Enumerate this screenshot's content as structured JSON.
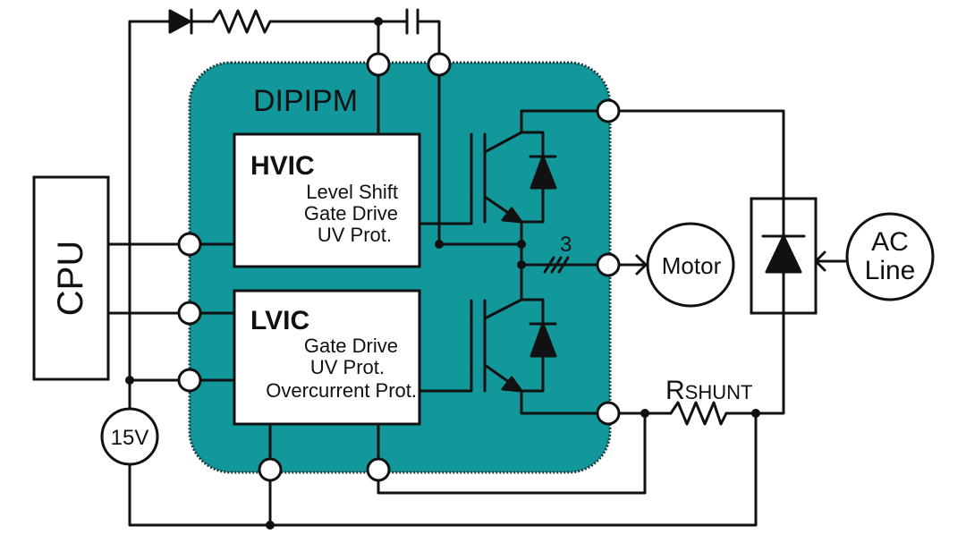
{
  "module": {
    "label": "DIPIPM",
    "fill_color": "#12989a"
  },
  "blocks": {
    "cpu": "CPU",
    "hvic": {
      "title": "HVIC",
      "lines": [
        "Level Shift",
        "Gate Drive",
        "UV Prot."
      ]
    },
    "lvic": {
      "title": "LVIC",
      "lines": [
        "Gate Drive",
        "UV Prot.",
        "Overcurrent Prot."
      ]
    }
  },
  "sources": {
    "supply": "15V",
    "ac_line": [
      "AC",
      "Line"
    ]
  },
  "load": {
    "motor": "Motor",
    "phase_count": "3"
  },
  "shunt": {
    "r": "R",
    "sub": "SHUNT"
  },
  "icons": [
    "diode-icon",
    "resistor-icon",
    "capacitor-icon",
    "igbt-icon",
    "rectifier-icon"
  ]
}
